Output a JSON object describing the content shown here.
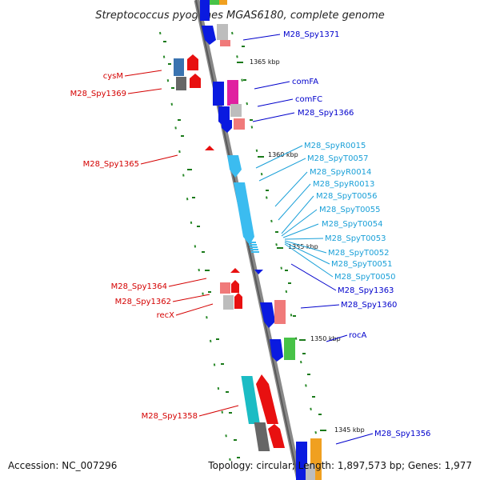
{
  "title": "Streptococcus pyogenes MGAS6180, complete genome",
  "footer": {
    "accession": "Accession: NC_007296",
    "topology": "Topology: circular; Length: 1,897,573 bp; Genes: 1,977"
  },
  "colors": {
    "left_label": "#d40000",
    "right_label_dark": "#0000cc",
    "right_label_light": "#1aa0d8",
    "backbone": "#777777",
    "tick": "#1a7a1a"
  },
  "scale_ticks": [
    "1365 kbp",
    "1360 kbp",
    "1355 kbp",
    "1350 kbp",
    "1345 kbp"
  ],
  "left_labels": [
    "cysM",
    "M28_Spy1369",
    "M28_Spy1365",
    "M28_Spy1364",
    "M28_Spy1362",
    "recX",
    "M28_Spy1358"
  ],
  "right_labels": [
    "M28_Spy1371",
    "comFA",
    "comFC",
    "M28_Spy1366",
    "M28_SpyR0015",
    "M28_SpyT0057",
    "M28_SpyR0014",
    "M28_SpyR0013",
    "M28_SpyT0056",
    "M28_SpyT0055",
    "M28_SpyT0054",
    "M28_SpyT0053",
    "M28_SpyT0052",
    "M28_SpyT0051",
    "M28_SpyT0050",
    "M28_Spy1363",
    "M28_Spy1360",
    "rocA",
    "M28_Spy1356"
  ]
}
